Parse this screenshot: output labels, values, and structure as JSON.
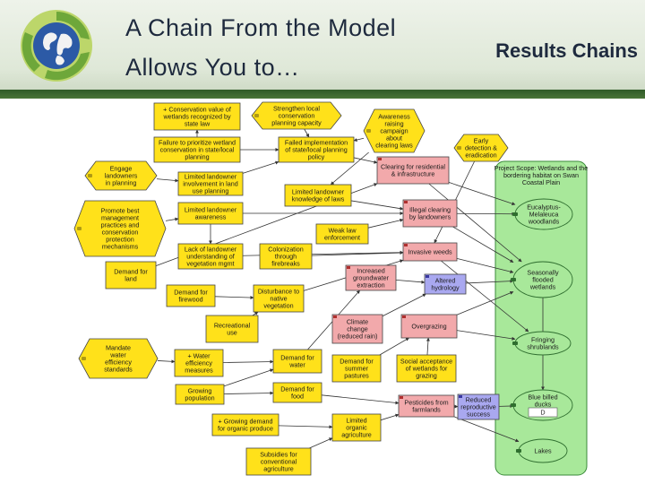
{
  "header": {
    "title_line1": "A Chain From the Model",
    "title_line2": "Allows You to…",
    "subtitle": "Results Chains",
    "logo_icon": "globe-recycle-icon"
  },
  "colors": {
    "yellow": "#ffe11a",
    "pink": "#f2a9ab",
    "green": "#a8e89a",
    "lavender": "#a9a8f0",
    "arrow": "#333333"
  },
  "nodes": [
    {
      "id": "conservation-value",
      "kind": "yellow",
      "lines": [
        "+ Conservation value of",
        "wetlands recognized by",
        "state law"
      ]
    },
    {
      "id": "failure-prioritize",
      "kind": "yellow",
      "lines": [
        "Failure to prioritize wetland",
        "conservation in state/local",
        "planning"
      ]
    },
    {
      "id": "strengthen-capacity",
      "kind": "hex",
      "lines": [
        "Strengthen local",
        "conservation",
        "planning capacity"
      ]
    },
    {
      "id": "failed-implementation",
      "kind": "yellow",
      "lines": [
        "Failed implementation",
        "of state/local planning",
        "policy"
      ]
    },
    {
      "id": "awareness-campaign",
      "kind": "hex",
      "lines": [
        "Awareness",
        "raising",
        "campaign",
        "about",
        "clearing laws"
      ]
    },
    {
      "id": "early-detection",
      "kind": "hex",
      "lines": [
        "Early",
        "detection &",
        "eradication"
      ]
    },
    {
      "id": "engage-landowners",
      "kind": "hex",
      "lines": [
        "Engage",
        "landowners",
        "in planning"
      ]
    },
    {
      "id": "limited-involvement",
      "kind": "yellow",
      "lines": [
        "Limited landowner",
        "involvement in land",
        "use planning"
      ]
    },
    {
      "id": "clearing-residential",
      "kind": "pink",
      "lines": [
        "Clearing for residential",
        "& infrastructure"
      ]
    },
    {
      "id": "limited-knowledge",
      "kind": "yellow",
      "lines": [
        "Limited landowner",
        "knowledge of laws"
      ]
    },
    {
      "id": "promote-best",
      "kind": "hex",
      "lines": [
        "Promote best",
        "management",
        "practices and",
        "conservation",
        "protection",
        "mechanisms"
      ]
    },
    {
      "id": "limited-awareness",
      "kind": "yellow",
      "lines": [
        "Limited landowner",
        "awareness"
      ]
    },
    {
      "id": "illegal-clearing",
      "kind": "pink",
      "lines": [
        "Illegal clearing",
        "by landowners"
      ]
    },
    {
      "id": "weak-enforcement",
      "kind": "yellow",
      "lines": [
        "Weak law",
        "enforcement"
      ]
    },
    {
      "id": "lack-understanding",
      "kind": "yellow",
      "lines": [
        "Lack of landowner",
        "understanding of",
        "vegetation mgmt"
      ]
    },
    {
      "id": "colonization",
      "kind": "yellow",
      "lines": [
        "Colonization",
        "through",
        "firebreaks"
      ]
    },
    {
      "id": "invasive-weeds",
      "kind": "pink",
      "lines": [
        "Invasive weeds"
      ]
    },
    {
      "id": "demand-land",
      "kind": "yellow",
      "lines": [
        "Demand for",
        "land"
      ]
    },
    {
      "id": "increased-extraction",
      "kind": "pink",
      "lines": [
        "Increased",
        "groundwater",
        "extraction"
      ]
    },
    {
      "id": "altered-hydrology",
      "kind": "lavender",
      "lines": [
        "Altered",
        "hydrology"
      ]
    },
    {
      "id": "demand-firewood",
      "kind": "yellow",
      "lines": [
        "Demand for",
        "firewood"
      ]
    },
    {
      "id": "disturbance-vegetation",
      "kind": "yellow",
      "lines": [
        "Disturbance to",
        "native",
        "vegetation"
      ]
    },
    {
      "id": "recreational-use",
      "kind": "yellow",
      "lines": [
        "Recreational",
        "use"
      ]
    },
    {
      "id": "climate-change",
      "kind": "pink",
      "lines": [
        "Climate",
        "change",
        "(reduced rain)"
      ]
    },
    {
      "id": "overgrazing",
      "kind": "pink",
      "lines": [
        "Overgrazing"
      ]
    },
    {
      "id": "mandate-water",
      "kind": "hex",
      "lines": [
        "Mandate",
        "water",
        "efficiency",
        "standards"
      ]
    },
    {
      "id": "water-efficiency",
      "kind": "yellow",
      "lines": [
        "+ Water",
        "efficiency",
        "measures"
      ]
    },
    {
      "id": "demand-water",
      "kind": "yellow",
      "lines": [
        "Demand for",
        "water"
      ]
    },
    {
      "id": "demand-pastures",
      "kind": "yellow",
      "lines": [
        "Demand for",
        "summer",
        "pastures"
      ]
    },
    {
      "id": "social-acceptance",
      "kind": "yellow",
      "lines": [
        "Social acceptance",
        "of wetlands for",
        "grazing"
      ]
    },
    {
      "id": "growing-population",
      "kind": "yellow",
      "lines": [
        "Growing",
        "population"
      ]
    },
    {
      "id": "demand-food",
      "kind": "yellow",
      "lines": [
        "Demand for",
        "food"
      ]
    },
    {
      "id": "pesticides",
      "kind": "pink",
      "lines": [
        "Pesticides from",
        "farmlands"
      ]
    },
    {
      "id": "reduced-reproductive",
      "kind": "lavender",
      "lines": [
        "Reduced",
        "reproductive",
        "success"
      ]
    },
    {
      "id": "growing-demand-organic",
      "kind": "yellow",
      "lines": [
        "+ Growing demand",
        "for organic produce"
      ]
    },
    {
      "id": "limited-organic",
      "kind": "yellow",
      "lines": [
        "Limited",
        "organic",
        "agriculture"
      ]
    },
    {
      "id": "subsidies",
      "kind": "yellow",
      "lines": [
        "Subsidies for",
        "conventional",
        "agriculture"
      ]
    }
  ],
  "scope": {
    "title_lines": [
      "Project Scope: Wetlands and the",
      "bordering habitat on Swan",
      "Coastal Plain"
    ],
    "targets": [
      {
        "id": "eucalyptus",
        "lines": [
          "Eucalyptus-",
          "Melaleuca",
          "woodlands"
        ]
      },
      {
        "id": "seasonally-flooded",
        "lines": [
          "Seasonally",
          "flooded",
          "wetlands"
        ]
      },
      {
        "id": "fringing-shrublands",
        "lines": [
          "Fringing",
          "shrublands"
        ]
      },
      {
        "id": "blue-billed-ducks",
        "lines": [
          "Blue billed",
          "ducks"
        ]
      },
      {
        "id": "lakes",
        "lines": [
          "Lakes"
        ]
      }
    ],
    "ducks_badge": "D"
  }
}
